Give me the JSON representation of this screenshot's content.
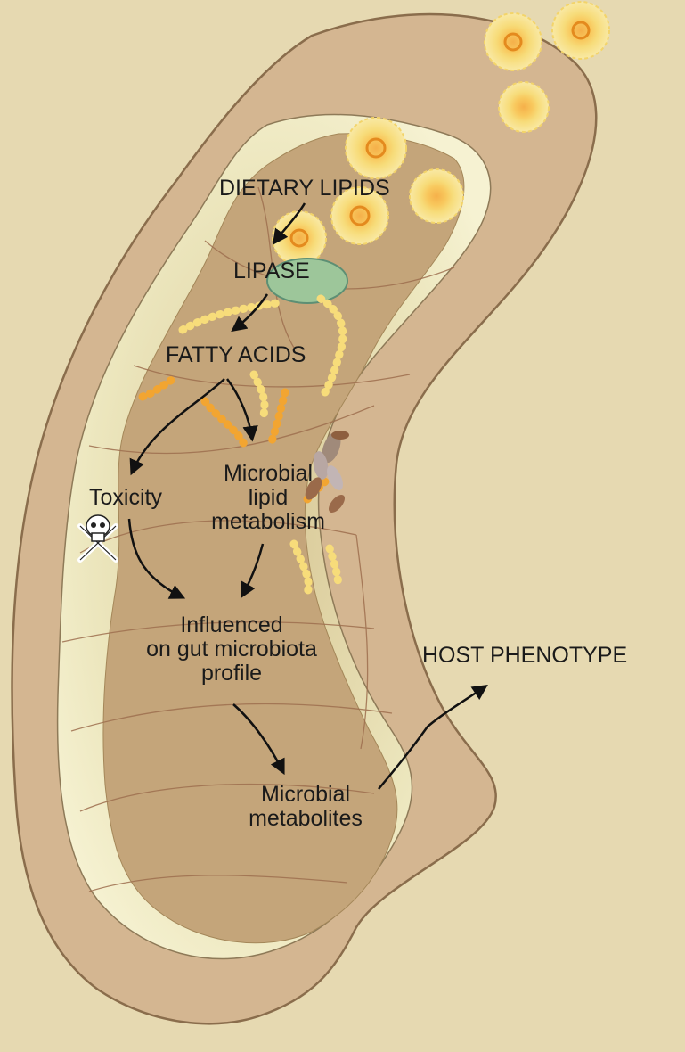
{
  "labels": {
    "dietary_lipids": "DIETARY LIPIDS",
    "lipase": "LIPASE",
    "fatty_acids": "FATTY ACIDS",
    "toxicity": "Toxicity",
    "microbial_lipid_metabolism": "Microbial\nlipid\nmetabolism",
    "influenced": "Influenced\non gut microbiota\nprofile",
    "microbial_metabolites": "Microbial\nmetabolites",
    "host_phenotype": "HOST  PHENOTYPE"
  },
  "icons": {
    "skull": "skull-and-crossbones-icon",
    "micelle": "lipid-micelle-icon",
    "bacteria": "bacteria-icon"
  },
  "colors": {
    "background": "#e6d9b1",
    "gut_wall": "#d4b691",
    "mucosa": "#f0ecc4",
    "lumen": "#c4a57a",
    "lipid_yellow": "#f7dc7a",
    "lipid_orange": "#f2a531",
    "lipase_green": "#9dc69a"
  }
}
